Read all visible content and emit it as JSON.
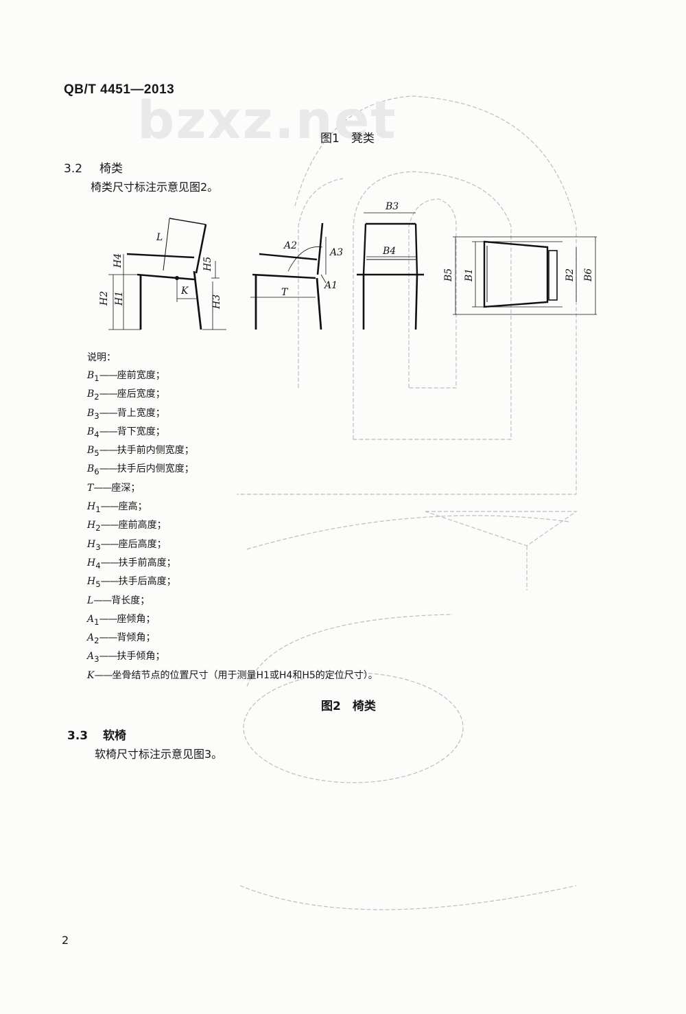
{
  "header": {
    "doc_code": "QB/T 4451—2013"
  },
  "watermark": "bzxz.net",
  "figure1": {
    "caption": "图1　凳类"
  },
  "section_3_2": {
    "number": "3.2",
    "title": "椅类",
    "body": "椅类尺寸标注示意见图2。"
  },
  "figure2": {
    "caption": "图2　椅类",
    "labels": {
      "L": "L",
      "H4": "H4",
      "H5": "H5",
      "H2": "H2",
      "H1": "H1",
      "H3": "H3",
      "K": "K",
      "A2": "A2",
      "A3": "A3",
      "A1": "A1",
      "T": "T",
      "B3": "B3",
      "B4": "B4",
      "B5": "B5",
      "B1": "B1",
      "B2": "B2",
      "B6": "B6"
    }
  },
  "legend": {
    "title": "说明：",
    "items": [
      {
        "sym": "B",
        "sub": "1",
        "text": "座前宽度；"
      },
      {
        "sym": "B",
        "sub": "2",
        "text": "座后宽度；"
      },
      {
        "sym": "B",
        "sub": "3",
        "text": "背上宽度；"
      },
      {
        "sym": "B",
        "sub": "4",
        "text": "背下宽度；"
      },
      {
        "sym": "B",
        "sub": "5",
        "text": "扶手前内侧宽度；"
      },
      {
        "sym": "B",
        "sub": "6",
        "text": "扶手后内侧宽度；"
      },
      {
        "sym": "T",
        "sub": "",
        "text": "座深；"
      },
      {
        "sym": "H",
        "sub": "1",
        "text": "座高；"
      },
      {
        "sym": "H",
        "sub": "2",
        "text": "座前高度；"
      },
      {
        "sym": "H",
        "sub": "3",
        "text": "座后高度；"
      },
      {
        "sym": "H",
        "sub": "4",
        "text": "扶手前高度；"
      },
      {
        "sym": "H",
        "sub": "5",
        "text": "扶手后高度；"
      },
      {
        "sym": "L",
        "sub": "",
        "text": "背长度；"
      },
      {
        "sym": "A",
        "sub": "1",
        "text": "座倾角；"
      },
      {
        "sym": "A",
        "sub": "2",
        "text": "背倾角；"
      },
      {
        "sym": "A",
        "sub": "3",
        "text": "扶手倾角；"
      },
      {
        "sym": "K",
        "sub": "",
        "text": "坐骨结节点的位置尺寸（用于测量H1或H4和H5的定位尺寸）。"
      }
    ]
  },
  "section_3_3": {
    "number": "3.3",
    "title": "软椅",
    "body": "软椅尺寸标注示意见图3。"
  },
  "footer": {
    "page_number": "2"
  }
}
